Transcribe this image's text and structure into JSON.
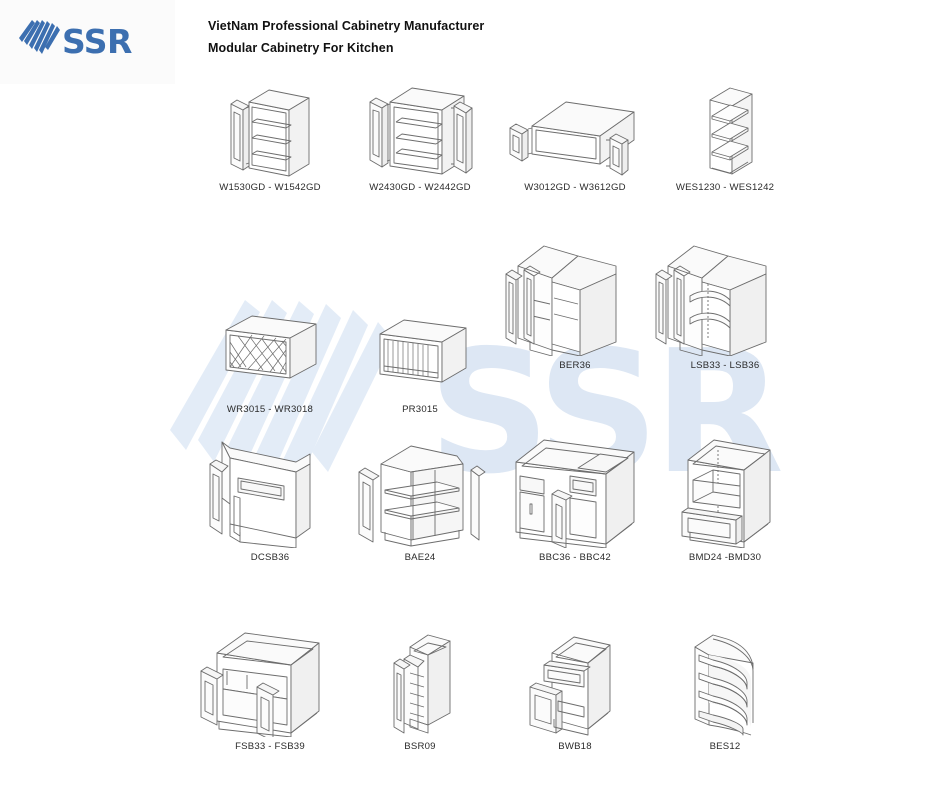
{
  "brand": {
    "logo_text": "SSR",
    "logo_mark_name": "ssr-striped-mark",
    "accent_color": "#3c6fb0",
    "watermark_text": "SSR",
    "watermark_color": "#dde7f4"
  },
  "header": {
    "line1": "VietNam Professional Cabinetry Manufacturer",
    "line2": "Modular Cabinetry For Kitchen"
  },
  "catalog": {
    "rows": [
      {
        "items": [
          {
            "code": "W1530GD - W1542GD",
            "art": "wall-single-door-3shelf"
          },
          {
            "code": "W2430GD - W2442GD",
            "art": "wall-double-door-3shelf"
          },
          {
            "code": "W3012GD - W3612GD",
            "art": "wall-bridge-double-door"
          },
          {
            "code": "WES1230 - WES1242",
            "art": "wall-end-open-shelf"
          }
        ]
      },
      {
        "items": [
          {
            "code": "WR3015 - WR3018",
            "art": "wine-lattice-rack"
          },
          {
            "code": "PR3015",
            "art": "plate-rack"
          },
          {
            "code": "BER36",
            "art": "base-easy-reach-corner"
          },
          {
            "code": "LSB33 - LSB36",
            "art": "lazy-susan-base"
          }
        ]
      },
      {
        "items": [
          {
            "code": "DCSB36",
            "art": "diagonal-corner-sink-base"
          },
          {
            "code": "BAE24",
            "art": "base-angle-end-open"
          },
          {
            "code": "BBC36 - BBC42",
            "art": "base-blind-corner"
          },
          {
            "code": "BMD24 -BMD30",
            "art": "base-microwave-drawer"
          }
        ]
      },
      {
        "items": [
          {
            "code": "FSB33 - FSB39",
            "art": "farm-sink-base"
          },
          {
            "code": "BSR09",
            "art": "base-spice-rack-pullout"
          },
          {
            "code": "BWB18",
            "art": "base-waste-bin-drawer"
          },
          {
            "code": "BES12",
            "art": "base-end-shelf-radius"
          }
        ]
      }
    ]
  }
}
